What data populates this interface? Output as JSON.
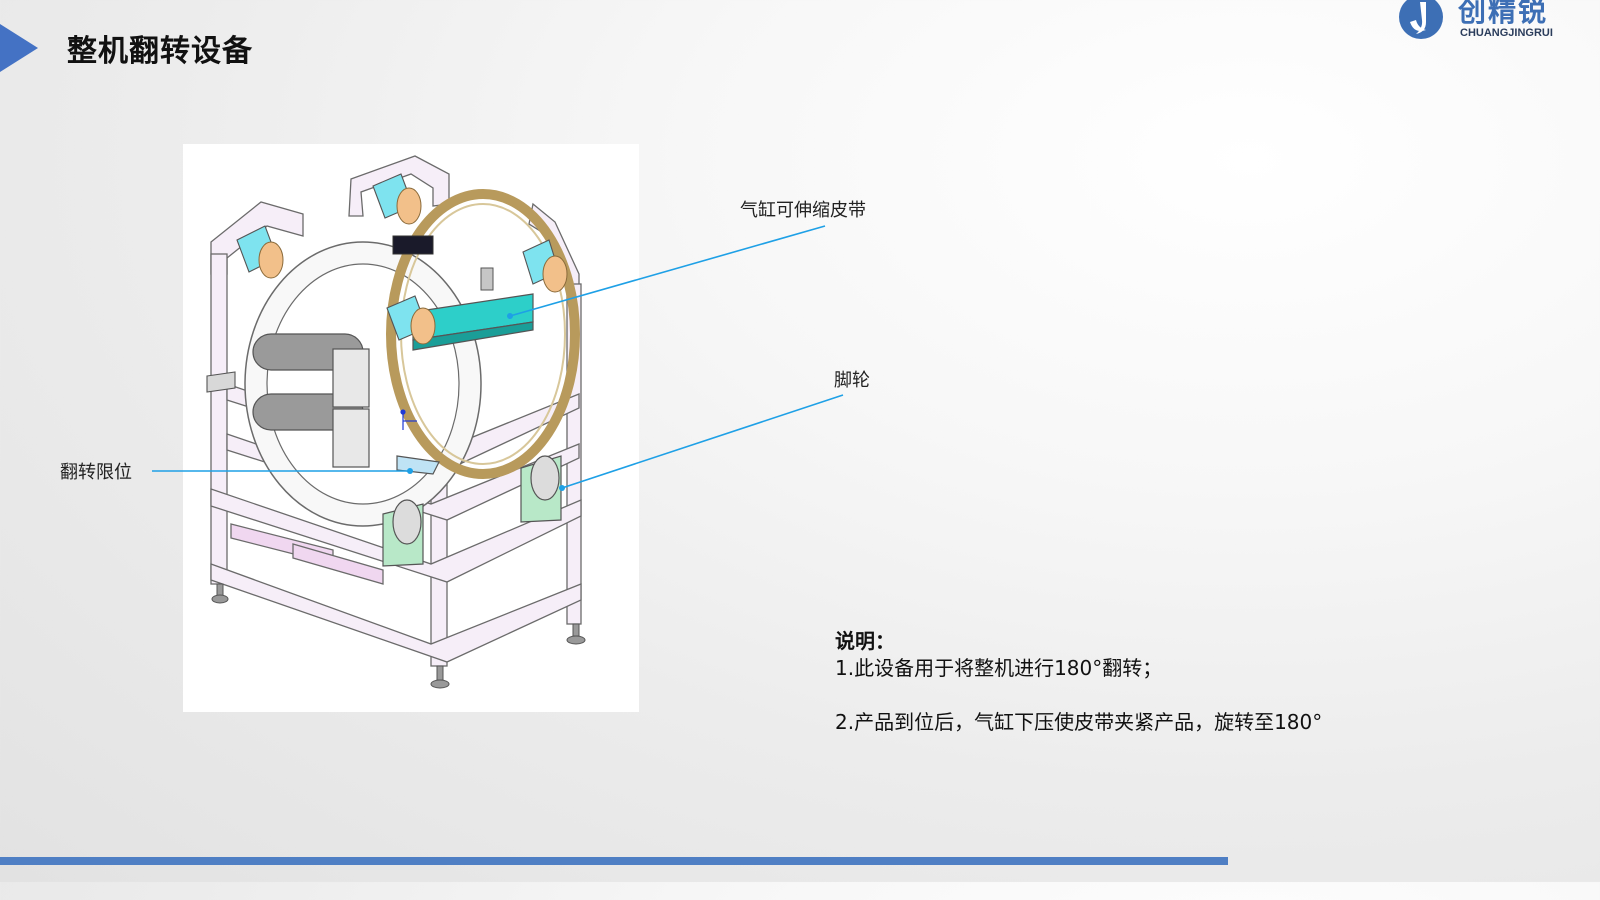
{
  "slide": {
    "title": "整机翻转设备"
  },
  "logo": {
    "name_cn": "创精锐",
    "name_en": "CHUANGJINGRUI",
    "icon": "company-logo-icon",
    "color": "#3d6fb5"
  },
  "callouts": {
    "belt": "气缸可伸缩皮带",
    "caster": "脚轮",
    "flip_limit": "翻转限位"
  },
  "description": {
    "heading": "说明：",
    "item1": "1.此设备用于将整机进行180°翻转；",
    "item2": "2.产品到位后，气缸下压使皮带夹紧产品，旋转至180°"
  },
  "colors": {
    "accent": "#4472c4",
    "callout_line": "#1ea0e6",
    "bottom_bar": "#4f7fc4"
  }
}
